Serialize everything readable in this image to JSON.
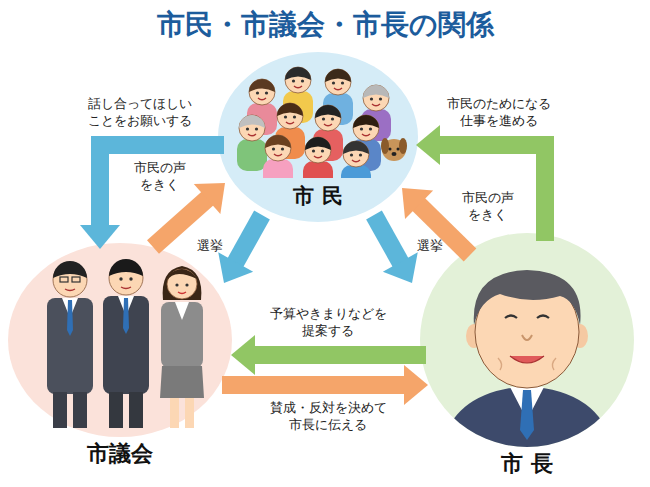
{
  "diagram": {
    "title": "市民・市議会・市長の関係",
    "nodes": [
      {
        "text": [
          "市 民"
        ]
      },
      {
        "text": [
          "市議会"
        ]
      },
      {
        "text": [
          "市 長"
        ]
      }
    ],
    "edges": [
      {
        "from": 0,
        "to": 1,
        "arrow": "to",
        "label": "話し合ってほしいことをお願いする"
      },
      {
        "from": 1,
        "to": 0,
        "arrow": "to",
        "label": "市民の声をきく"
      },
      {
        "from": 0,
        "to": 1,
        "arrow": "to",
        "label": "選挙"
      },
      {
        "from": 0,
        "to": 2,
        "arrow": "to",
        "label": "選挙"
      },
      {
        "from": 2,
        "to": 0,
        "arrow": "to",
        "label": "市民のためになる仕事を進める"
      },
      {
        "from": 2,
        "to": 0,
        "arrow": "to",
        "label": "市民の声をきく"
      },
      {
        "from": 2,
        "to": 1,
        "arrow": "to",
        "label": "予算やきまりなどを提案する"
      },
      {
        "from": 1,
        "to": 2,
        "arrow": "to",
        "label": "賛成・反対を決めて市長に伝える"
      }
    ]
  }
}
